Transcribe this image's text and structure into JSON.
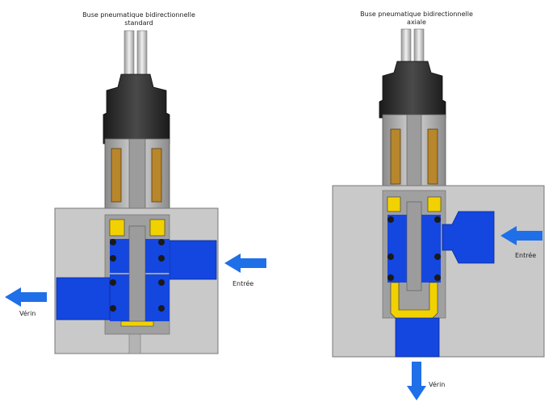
{
  "left_valve": {
    "title_line1": "Buse pneumatique bidirectionnelle",
    "title_line2": "standard",
    "inlet_label": "Entrée",
    "outlet_label": "Vérin"
  },
  "right_valve": {
    "title_line1": "Buse pneumatique bidirectionnelle",
    "title_line2": "axiale",
    "inlet_label": "Entrée",
    "outlet_label": "Vérin"
  },
  "colors": {
    "block": "#c9c9c9",
    "flow": "#1446e0",
    "seal": "#f2d100",
    "coil": "#b8862b",
    "connector": "#2b2b2b",
    "arrow": "#1f6fe8"
  }
}
